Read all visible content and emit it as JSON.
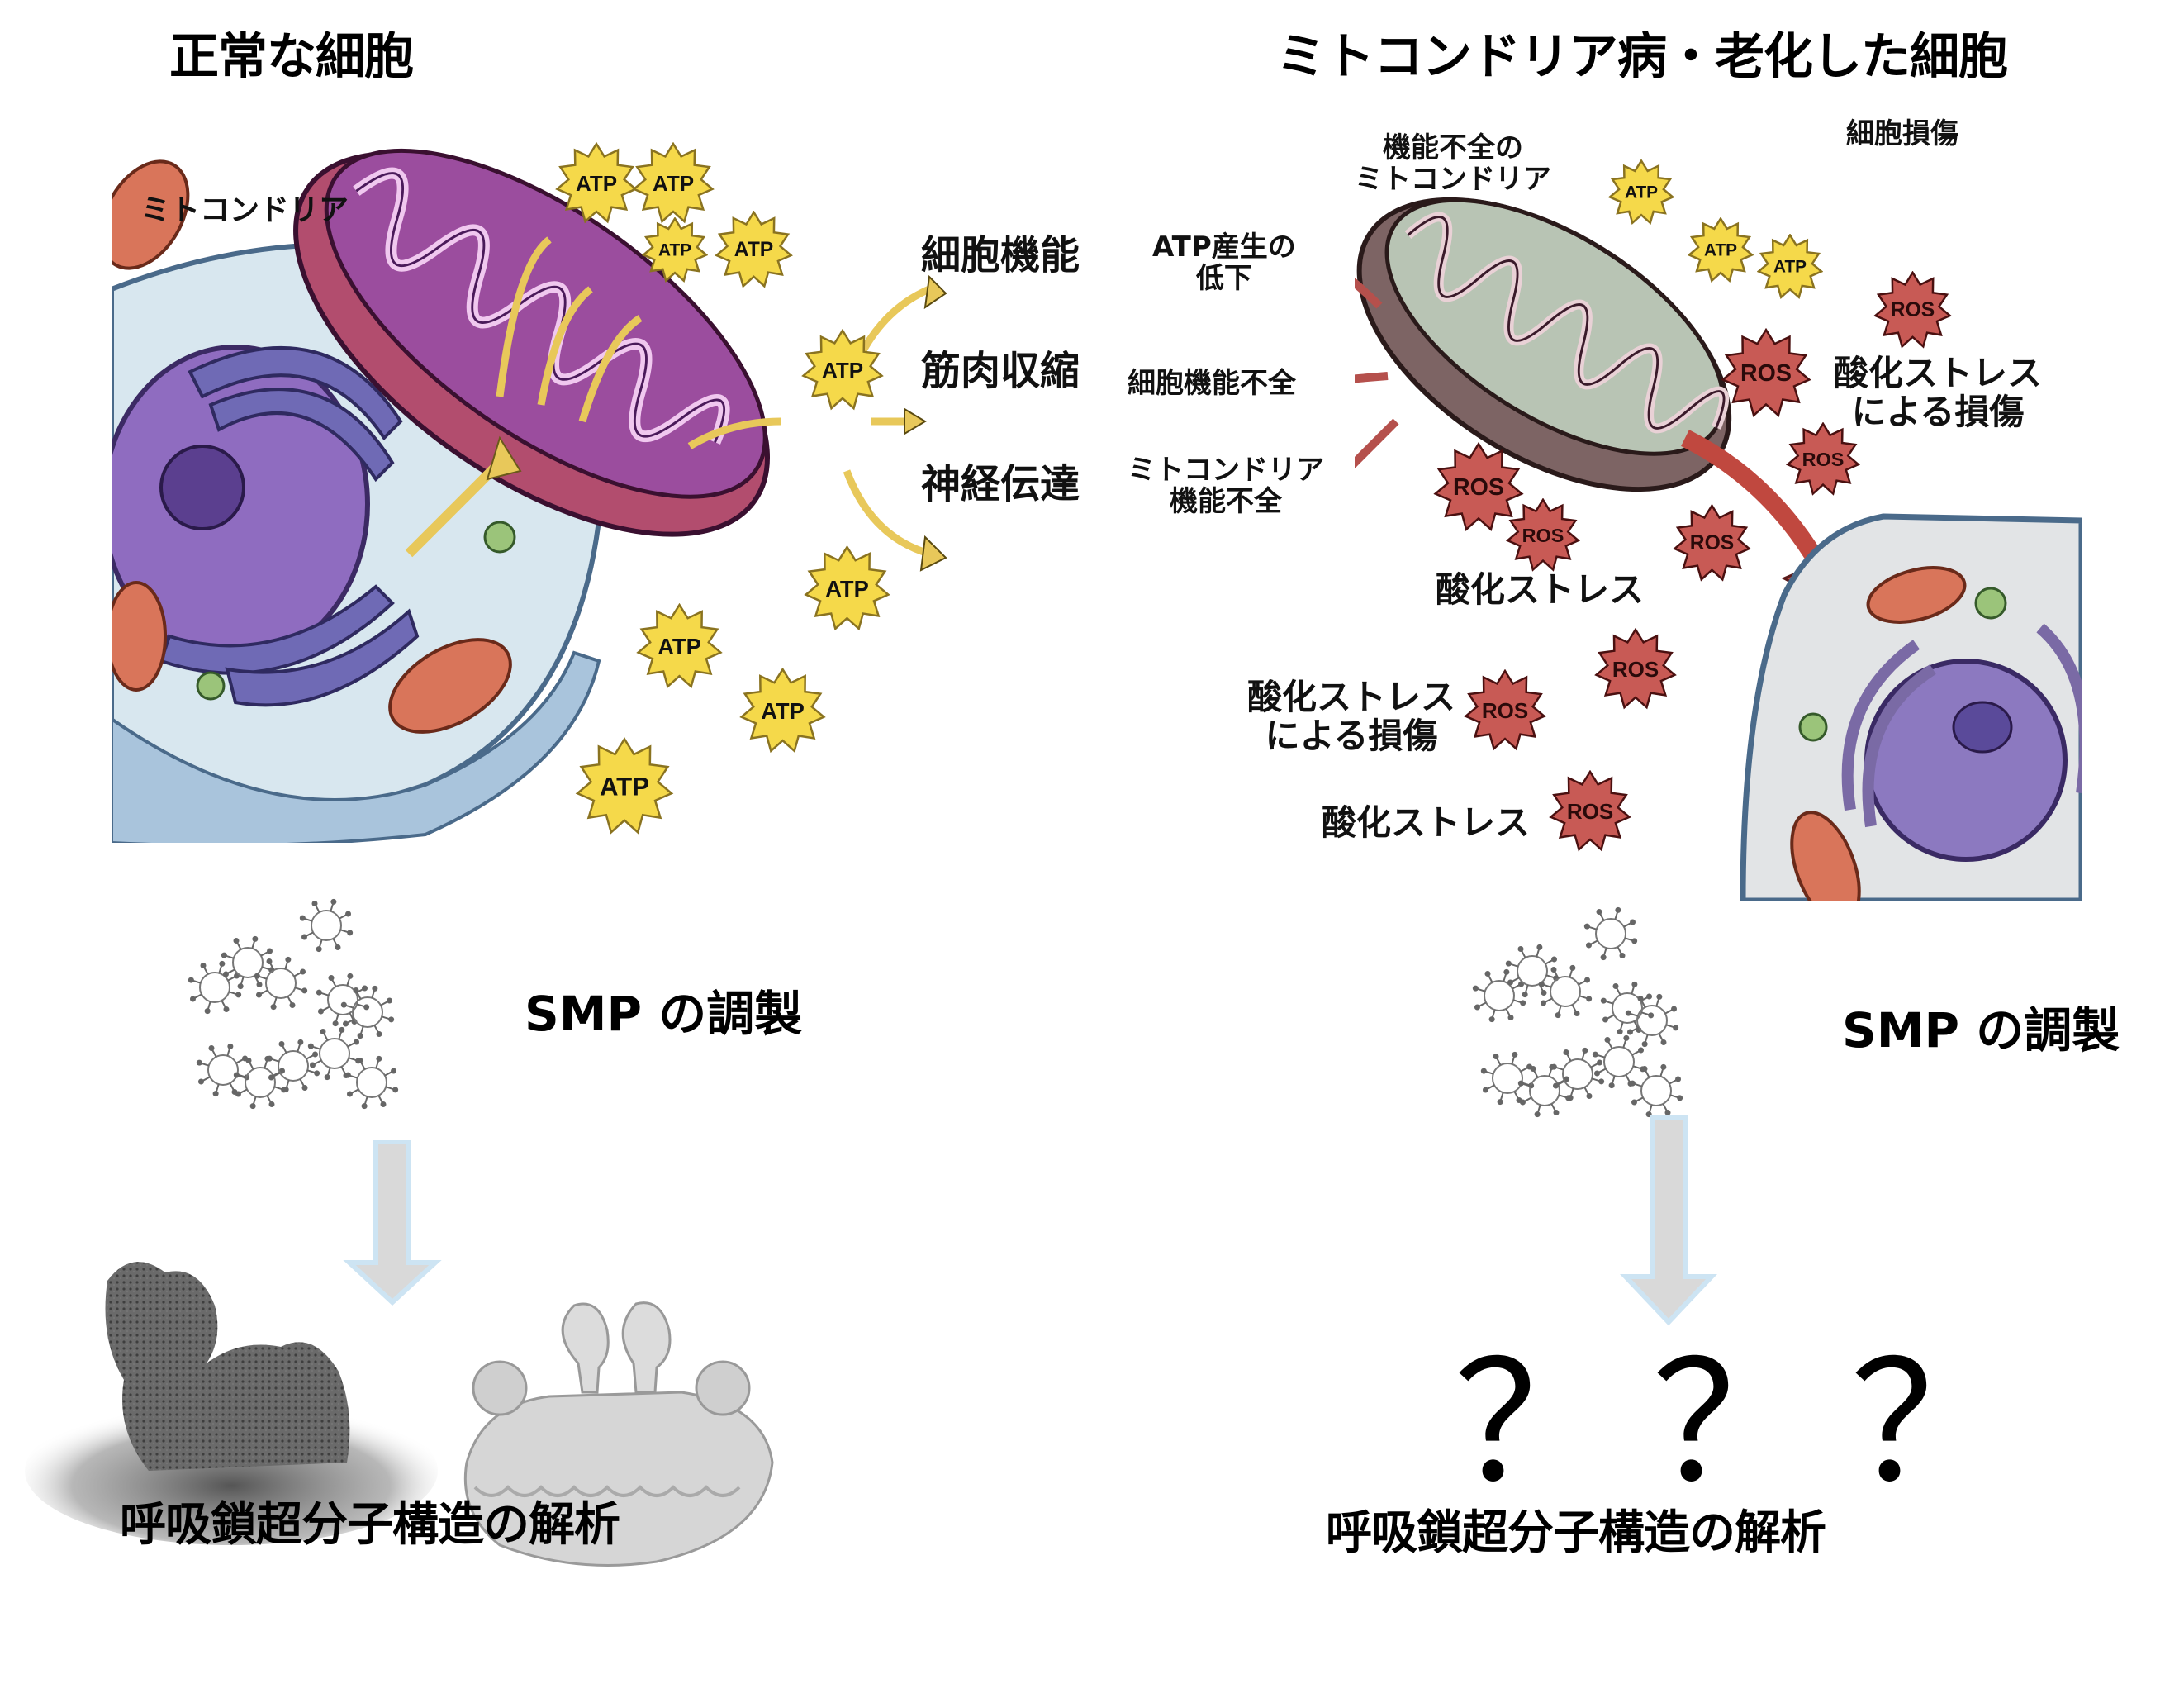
{
  "left_panel": {
    "title": "正常な細胞",
    "illustration": {
      "mitochondria_label": "ミトコンドリア",
      "atp_badge": "ATP",
      "outcomes": [
        "細胞機能",
        "筋肉収縮",
        "神経伝達"
      ]
    },
    "smp_label": "SMP の調製",
    "caption": "呼吸鎖超分子構造の解析"
  },
  "right_panel": {
    "title": "ミトコンドリア病・老化した細胞",
    "illustration": {
      "dysfunctional_mito_label": "機能不全の\nミトコンドリア",
      "cell_damage_label": "細胞損傷",
      "atp_decline_label": "ATP産生の\n低下",
      "cell_dysfunction_label": "細胞機能不全",
      "mito_dysfunction_label": "ミトコンドリア\n機能不全",
      "oxidative_damage_label_1": "酸化ストレス\nによる損傷",
      "oxidative_stress_label_1": "酸化ストレス",
      "oxidative_damage_label_2": "酸化ストレス\nによる損傷",
      "oxidative_stress_label_2": "酸化ストレス",
      "atp_badge": "ATP",
      "ros_badge": "ROS"
    },
    "smp_label": "SMP の調製",
    "unknown_result": "？？？",
    "caption": "呼吸鎖超分子構造の解析"
  },
  "colors": {
    "atp_fill": "#f5d94a",
    "ros_fill": "#c85a55",
    "arrow_fill": "#d9d9d9",
    "arrow_stroke": "#cde4f3",
    "healthy_mito": "#9a3f7a",
    "diseased_mito": "#7d6464",
    "cell_fill": "#d7e6ee",
    "nucleus": "#7a5aa8"
  }
}
